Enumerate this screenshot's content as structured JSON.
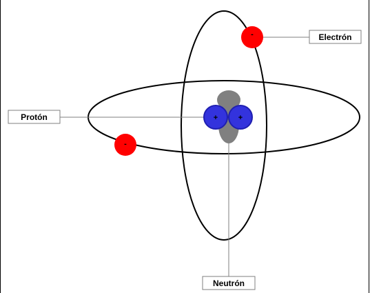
{
  "labels": {
    "electron": "Electrón",
    "proton": "Protón",
    "neutron": "Neutrón"
  },
  "signs": {
    "electron": "-",
    "proton": "+"
  },
  "colors": {
    "electron": "#ff0000",
    "proton": "#3333dd",
    "neutron": "#808080",
    "orbit": "#000000",
    "leader": "#7f7f7f"
  }
}
